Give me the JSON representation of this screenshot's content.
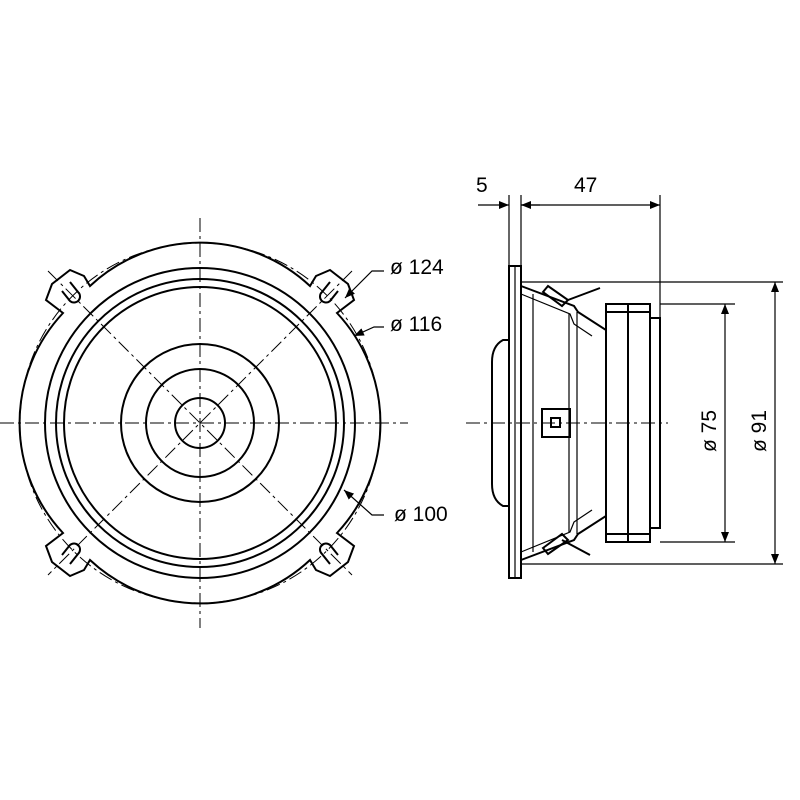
{
  "front_view": {
    "dia_outer_label": "ø 124",
    "dia_frame_label": "ø 116",
    "dia_cone_label": "ø 100"
  },
  "side_view": {
    "flange_depth_label": "5",
    "mount_depth_label": "47",
    "magnet_dia_label": "ø 75",
    "basket_dia_label": "ø 91"
  }
}
